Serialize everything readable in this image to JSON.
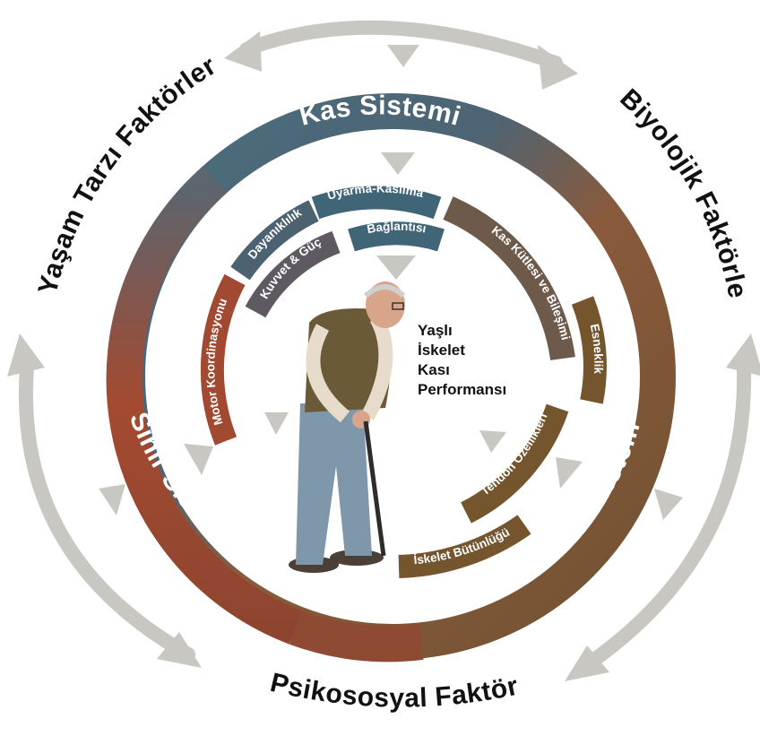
{
  "outer_factors": {
    "lifestyle": "Yaşam Tarzı Faktörleri",
    "biological": "Biyolojik Faktörler",
    "psychosocial": "Psikososyal Faktörler"
  },
  "systems": {
    "muscle": "Kas Sistemi",
    "nerve": "Sinir Sistemi",
    "skeletal": "İskelet Sistemi"
  },
  "components": {
    "excitation_1": "Uyarma-Kasılma",
    "excitation_2": "Bağlantısı",
    "endurance": "Dayanıklılık",
    "strength": "Kuvvet & Güç",
    "motor": "Motor Koordinasyonu",
    "mass": "Kas Kütlesi ve Bileşimi",
    "flexibility": "Esneklik",
    "tendon": "Tendon Özellikleri",
    "integrity": "İskelet Bütünlüğü"
  },
  "center": {
    "line1": "Yaşlı",
    "line2": "İskelet",
    "line3": "Kası",
    "line4": "Performansı"
  },
  "colors": {
    "muscle": "#3f6577",
    "nerve": "#a64b32",
    "skeletal": "#74552e",
    "arrows": "#c9c7c1"
  }
}
